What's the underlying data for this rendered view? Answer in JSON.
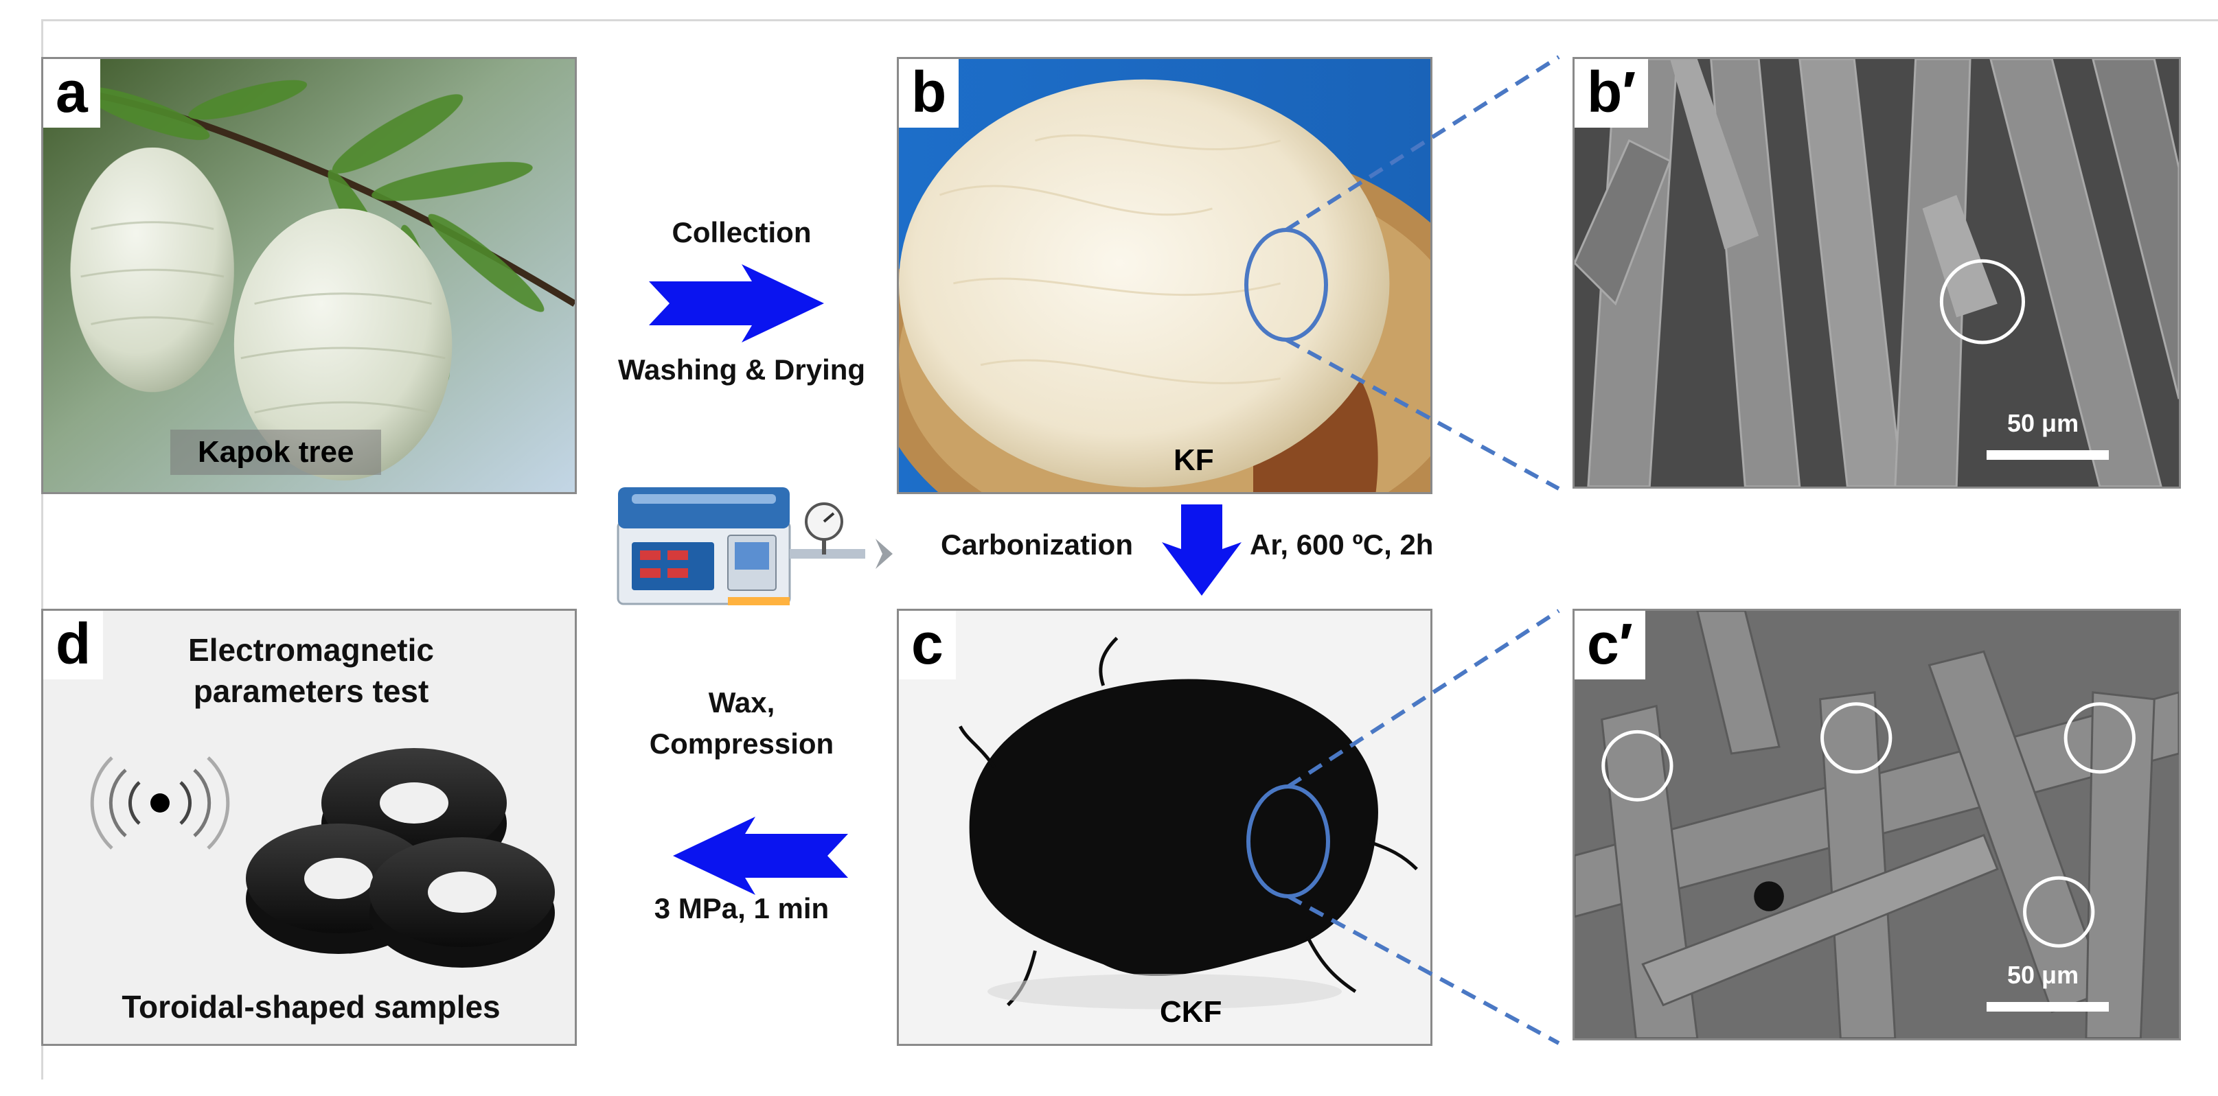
{
  "panels": {
    "a": {
      "tag": "a",
      "caption": "Kapok tree"
    },
    "b": {
      "tag": "b",
      "caption": "KF"
    },
    "b_prime": {
      "tag": "b′",
      "scale": "50 μm"
    },
    "c": {
      "tag": "c",
      "caption": "CKF"
    },
    "c_prime": {
      "tag": "c′",
      "scale": "50 μm"
    },
    "d": {
      "tag": "d",
      "title_line1": "Electromagnetic",
      "title_line2": "parameters test",
      "caption": "Toroidal-shaped samples"
    }
  },
  "steps": {
    "collection": "Collection",
    "washing": "Washing & Drying",
    "carbonization": "Carbonization",
    "conditions": "Ar, 600 ºC, 2h",
    "wax": "Wax,",
    "compression": "Compression",
    "pressure": "3 MPa, 1 min"
  },
  "colors": {
    "arrow": "#0a14f0",
    "zoom_line": "#4a78c4",
    "sem_circle": "#ffffff"
  },
  "icons": [
    "tube-furnace-icon",
    "signal-wave-icon"
  ]
}
